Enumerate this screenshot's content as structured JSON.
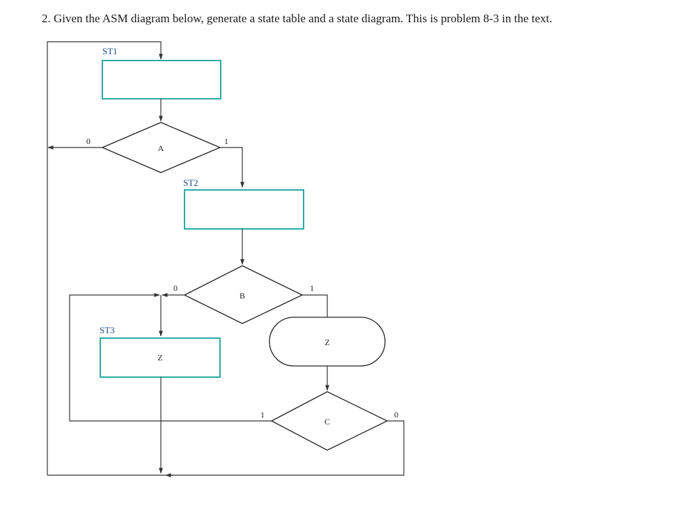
{
  "question": {
    "text": "2. Given the ASM diagram below, generate a state table and a state diagram. This is problem 8-3 in the text."
  },
  "diagram": {
    "states": [
      {
        "name": "ST1",
        "output": ""
      },
      {
        "name": "ST2",
        "output": ""
      },
      {
        "name": "ST3",
        "output": "Z"
      }
    ],
    "decisions": [
      {
        "input": "A",
        "false_label": "0",
        "true_label": "1"
      },
      {
        "input": "B",
        "false_label": "0",
        "true_label": "1"
      },
      {
        "input": "C",
        "false_label": "0",
        "true_label": "1"
      }
    ],
    "conditional_outputs": [
      {
        "output": "Z"
      }
    ],
    "colors": {
      "state_box": "#2aa9a3",
      "state_name": "#1f4a8a",
      "lines": "#333333"
    }
  }
}
